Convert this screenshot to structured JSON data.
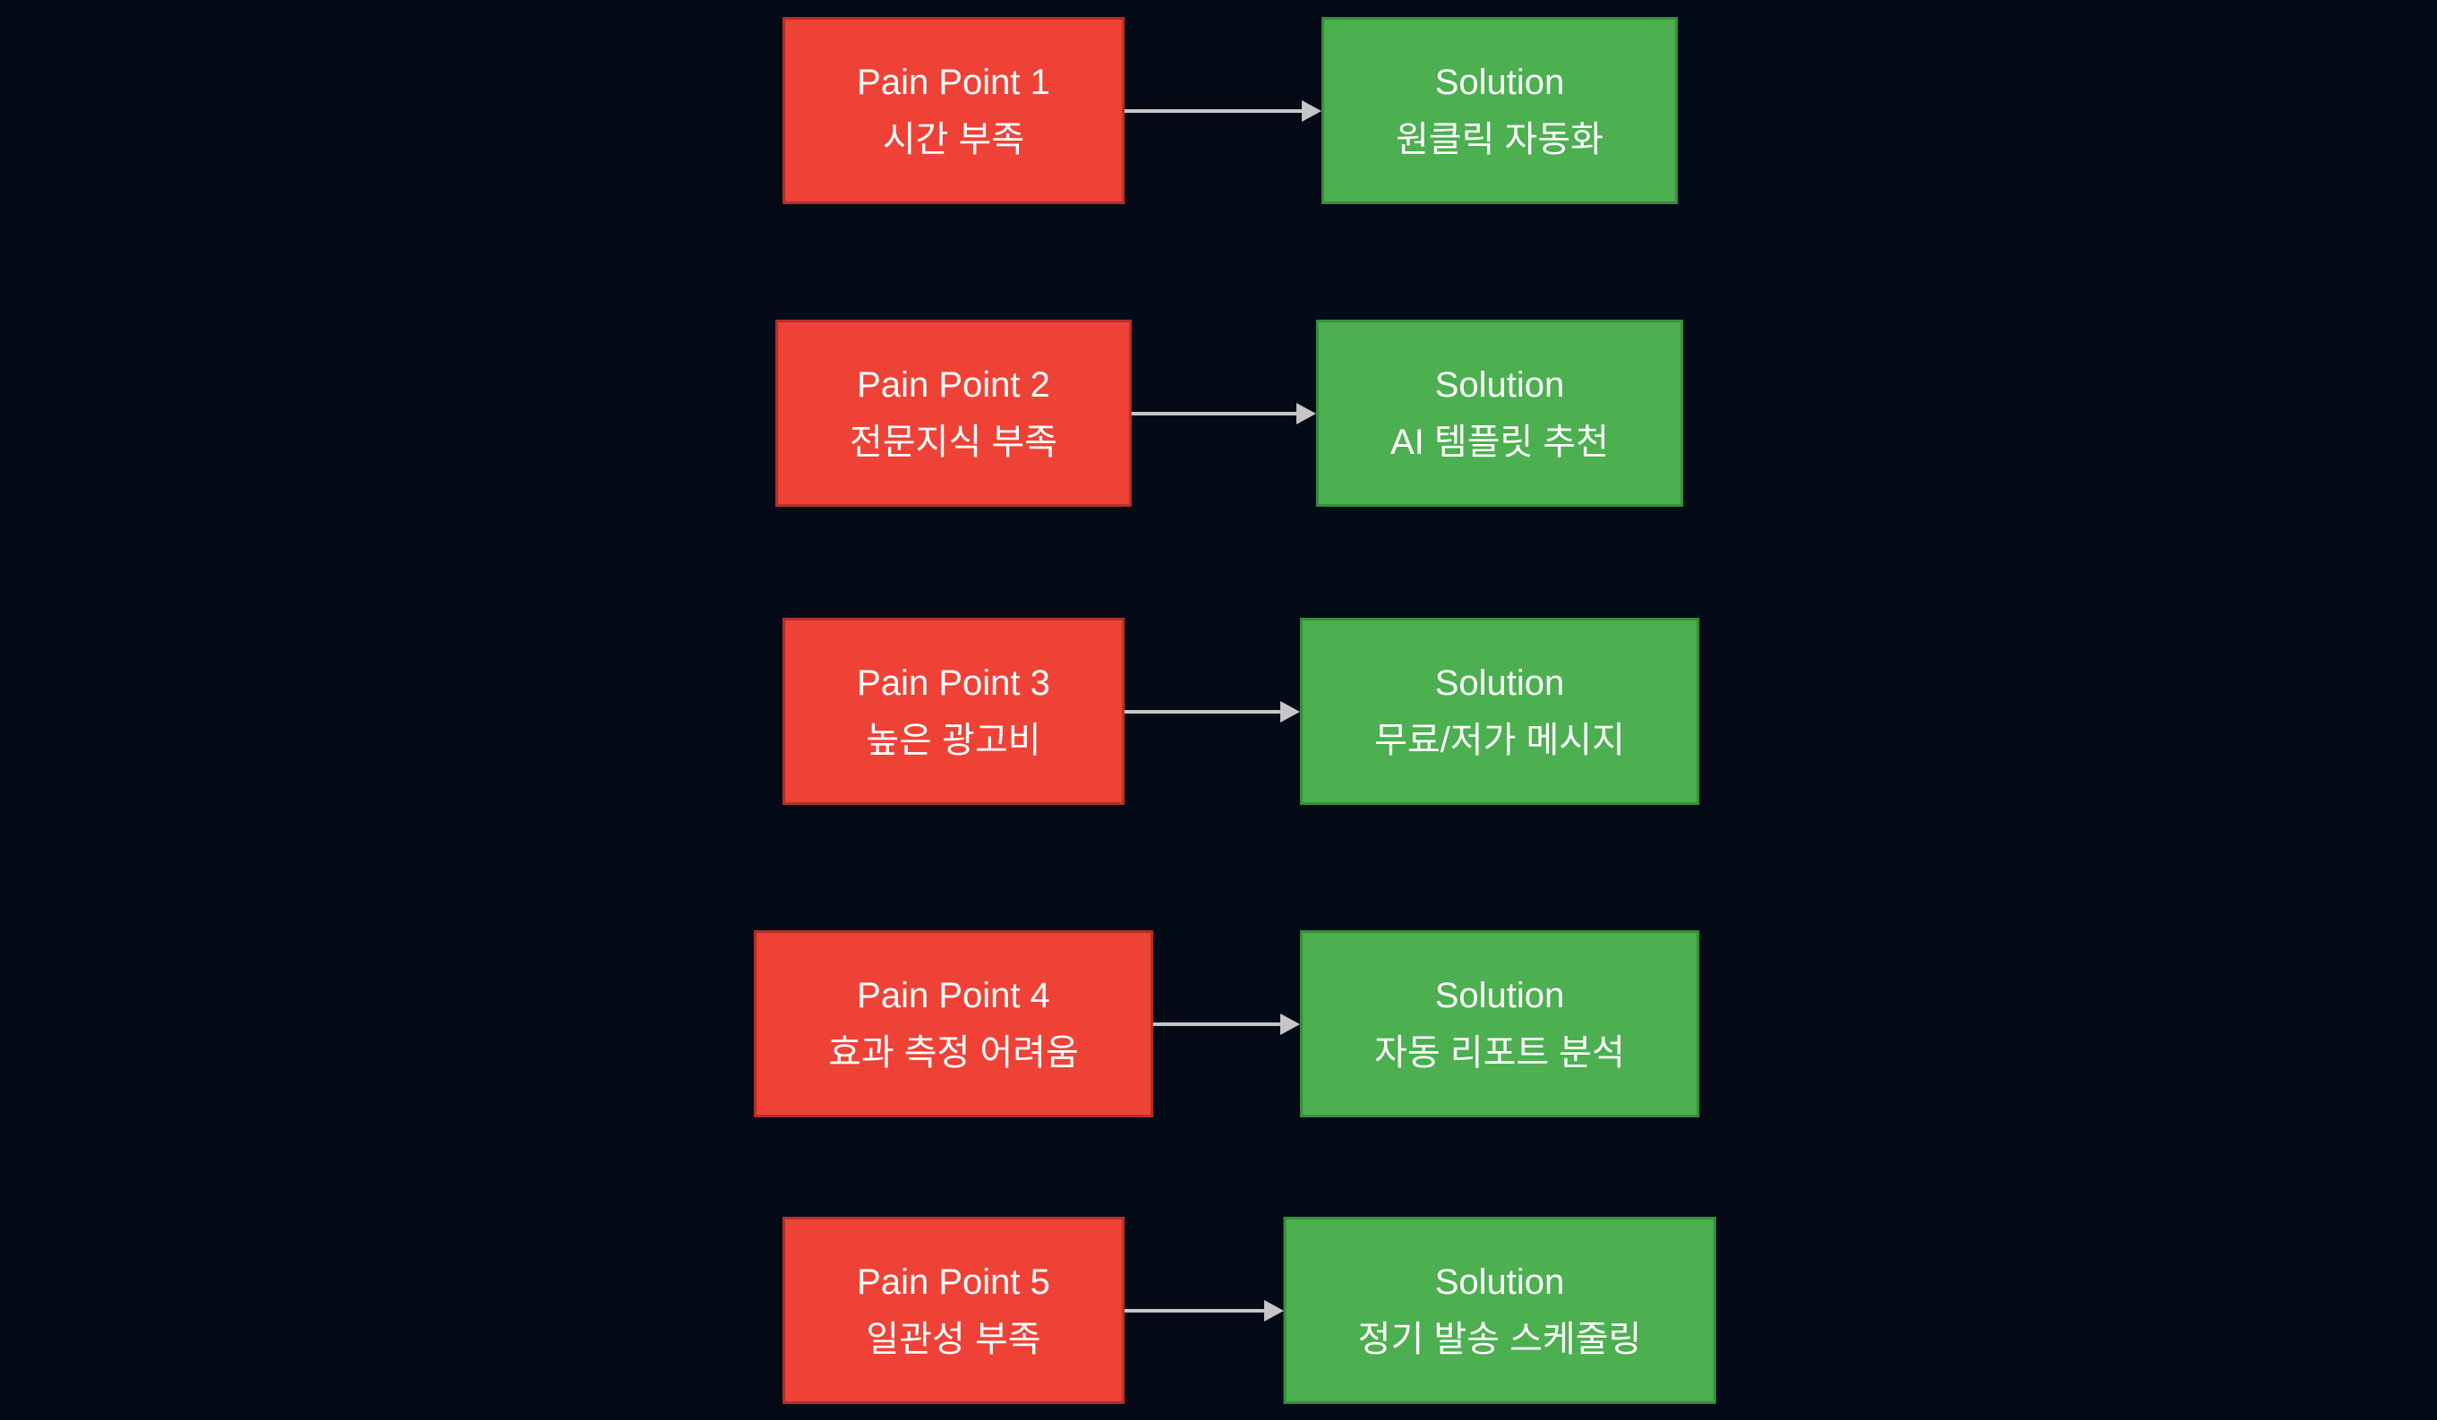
{
  "colors": {
    "background": "#040b17",
    "pain_fill": "#ee4237",
    "pain_border": "#b62f27",
    "solution_fill": "#4caf50",
    "solution_border": "#388e3c",
    "arrow": "#c6c6c6",
    "text": "#ffffff"
  },
  "rows": [
    {
      "pain": {
        "title": "Pain Point 1",
        "subtitle": "시간 부족"
      },
      "solution": {
        "title": "Solution",
        "subtitle": "원클릭 자동화"
      }
    },
    {
      "pain": {
        "title": "Pain Point 2",
        "subtitle": "전문지식 부족"
      },
      "solution": {
        "title": "Solution",
        "subtitle": "AI 템플릿 추천"
      }
    },
    {
      "pain": {
        "title": "Pain Point 3",
        "subtitle": "높은 광고비"
      },
      "solution": {
        "title": "Solution",
        "subtitle": "무료/저가 메시지"
      }
    },
    {
      "pain": {
        "title": "Pain Point 4",
        "subtitle": "효과 측정 어려움"
      },
      "solution": {
        "title": "Solution",
        "subtitle": "자동 리포트 분석"
      }
    },
    {
      "pain": {
        "title": "Pain Point 5",
        "subtitle": "일관성 부족"
      },
      "solution": {
        "title": "Solution",
        "subtitle": "정기 발송 스케줄링"
      }
    }
  ]
}
